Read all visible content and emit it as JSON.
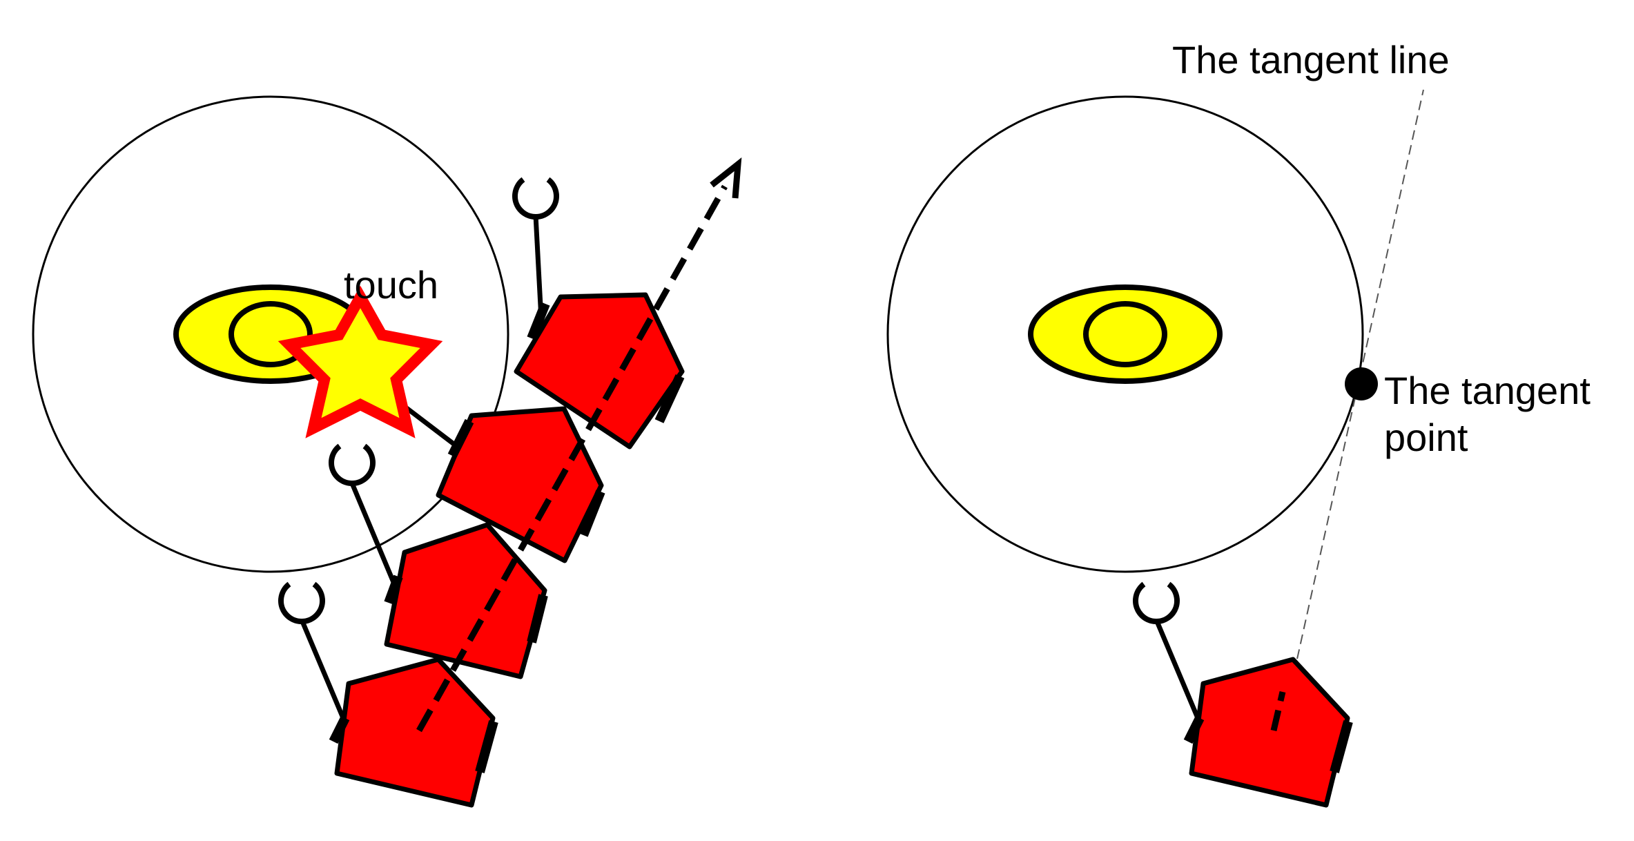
{
  "colors": {
    "robot_fill": "#ff0000",
    "target_fill": "#ffff00",
    "star_fill": "#ffff00",
    "star_outline": "#ff0000",
    "outline": "#000000",
    "background": "#ffffff"
  },
  "labels": {
    "touch": "touch",
    "tangent_line": "The tangent line",
    "tangent_point_line1": "The tangent",
    "tangent_point_line2": "point"
  },
  "icons": {
    "robot": "red-pentagon-robot",
    "gripper": "open-ring-gripper",
    "contact": "star-icon",
    "heading": "dashed-arrow"
  }
}
